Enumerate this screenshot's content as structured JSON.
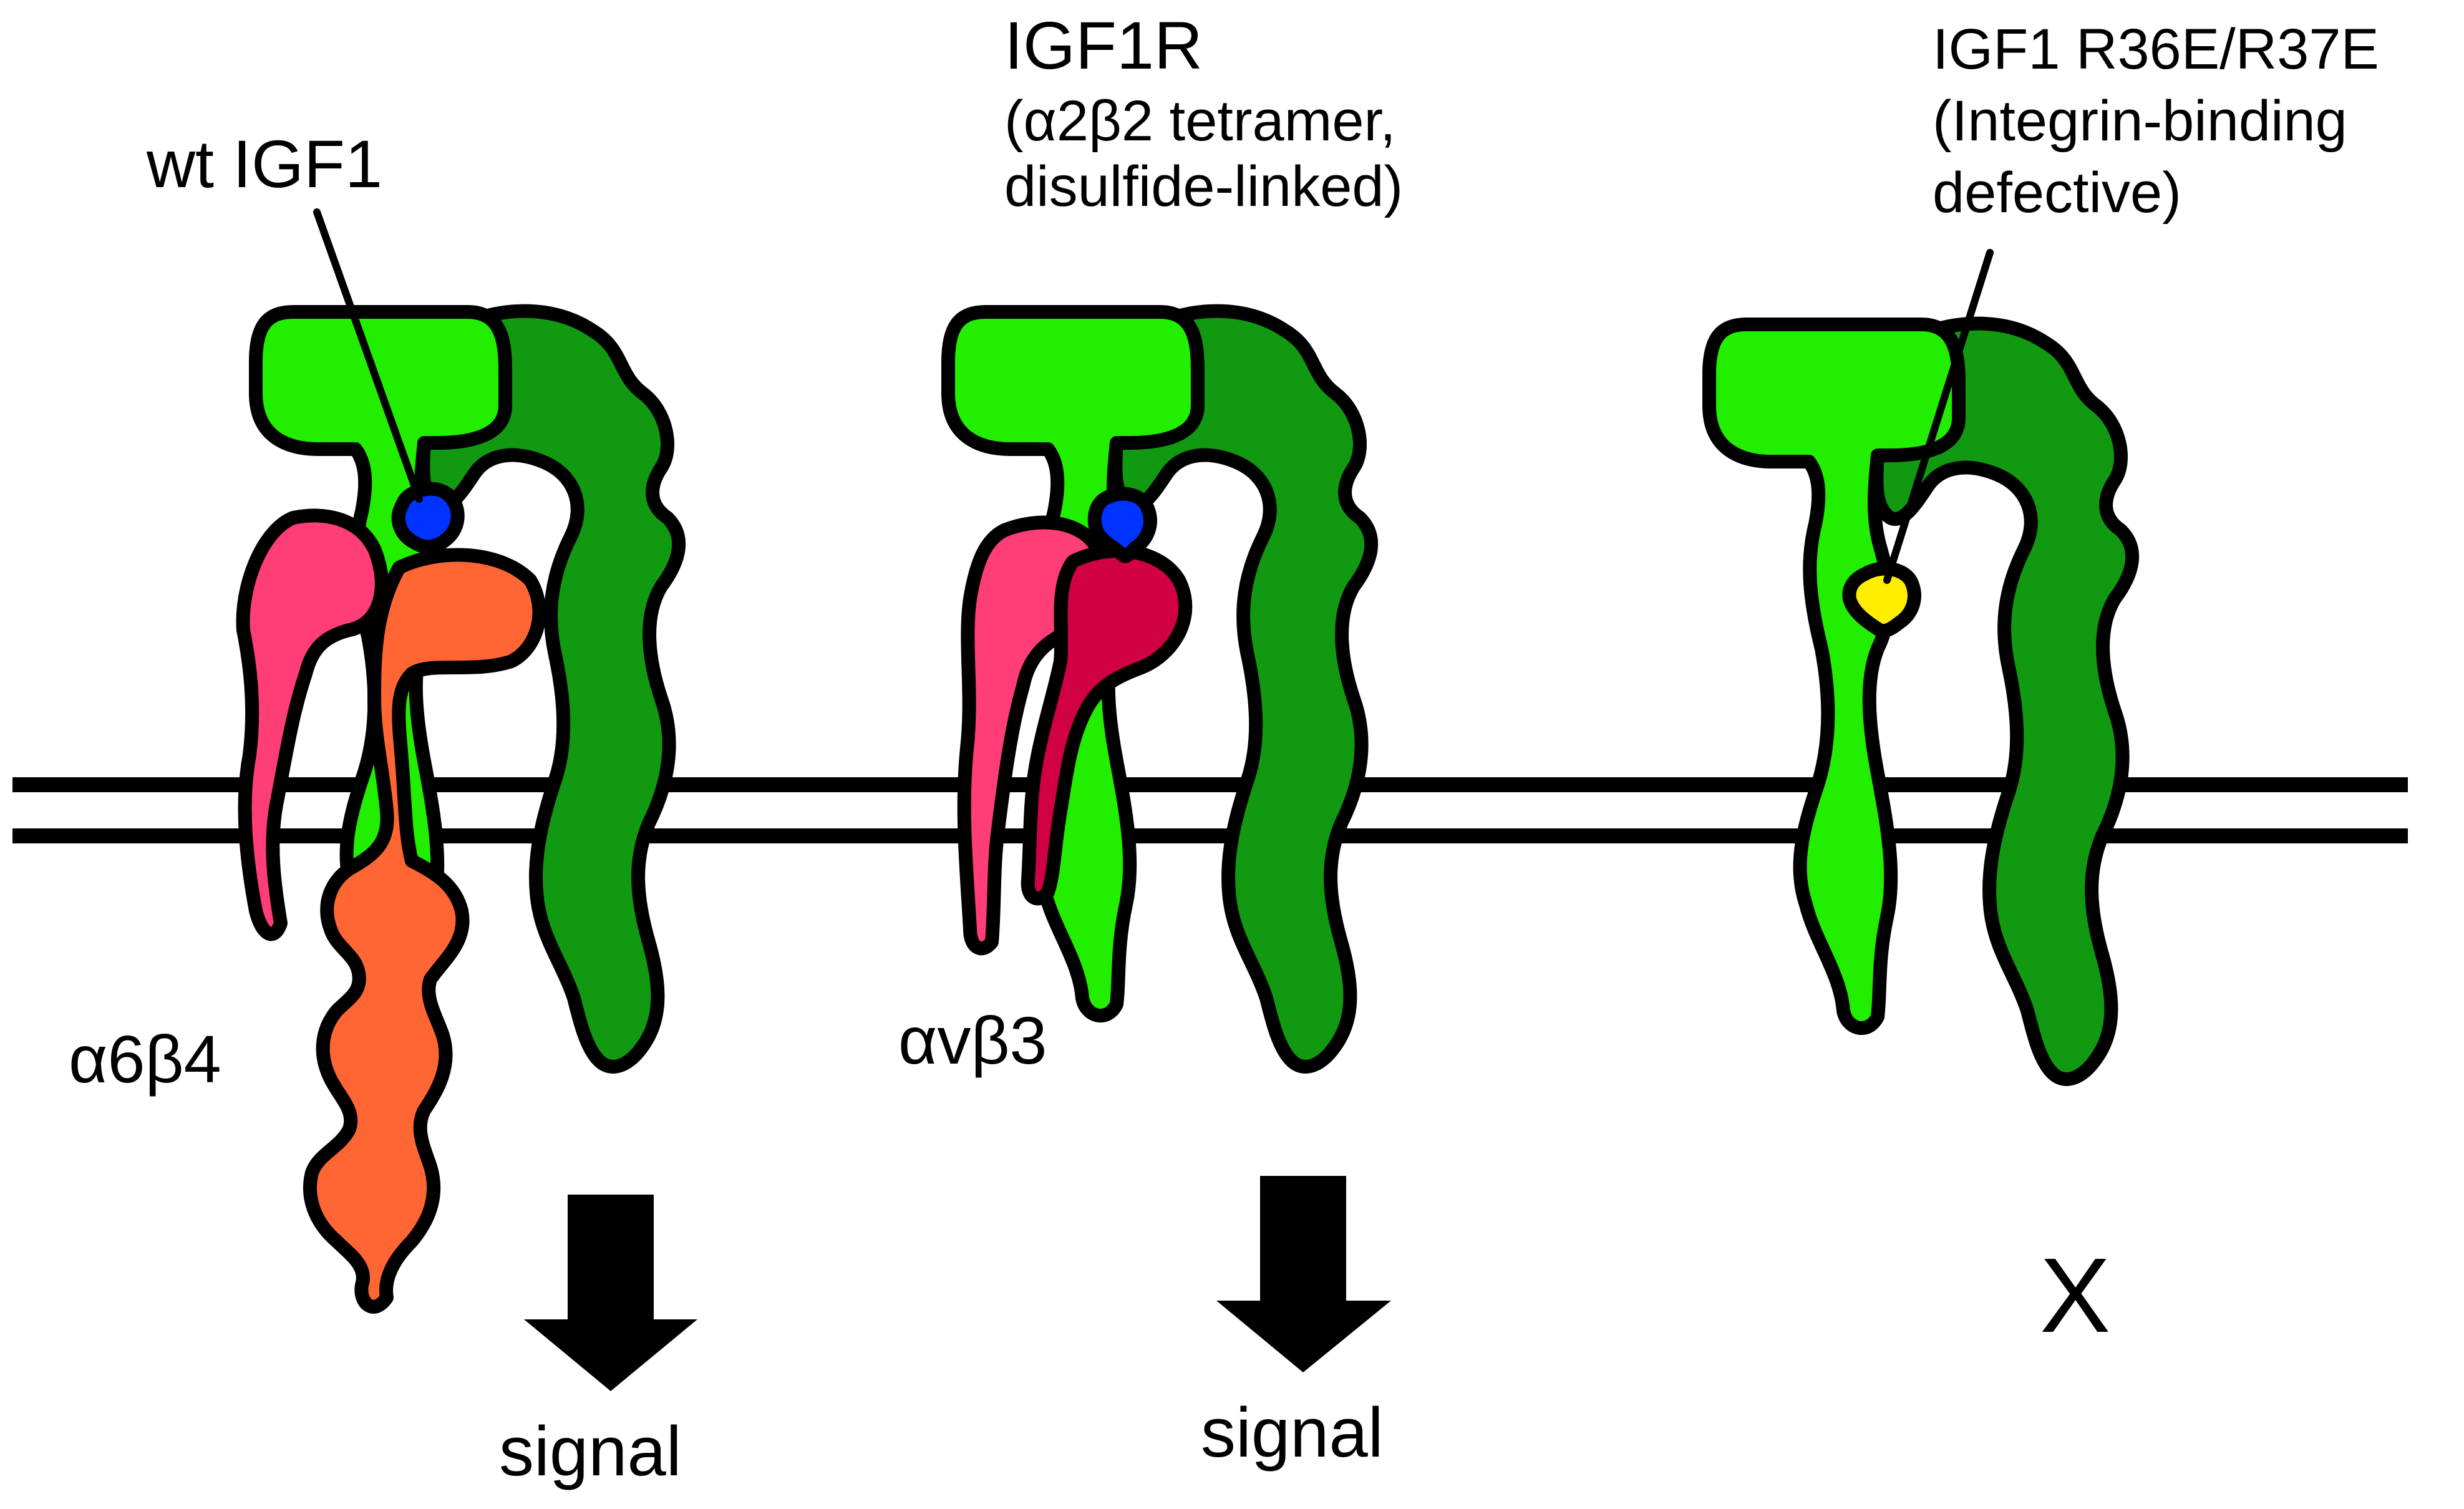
{
  "labels": {
    "wt_igf1": "wt IGF1",
    "igf1r_title": "IGF1R",
    "igf1r_sub1": "(α2β2 tetramer,",
    "igf1r_sub2": "disulfide-linked)",
    "mutant_title": "IGF1 R36E/R37E",
    "mutant_sub1": "(Integrin-binding",
    "mutant_sub2": "defective)",
    "integrin_left": "α6β4",
    "integrin_mid": "αvβ3",
    "signal_left": "signal",
    "signal_mid": "signal",
    "no_signal": "X"
  },
  "colors": {
    "igf1r_light": "#22ee00",
    "igf1r_dark": "#119911",
    "alpha6_pink": "#ff3d77",
    "beta4_orange": "#ff6633",
    "alphav_pink": "#ff3d77",
    "beta3_crimson": "#d10044",
    "igf1_wt": "#0033ff",
    "igf1_mutant": "#ffee00",
    "outline": "#000000"
  }
}
